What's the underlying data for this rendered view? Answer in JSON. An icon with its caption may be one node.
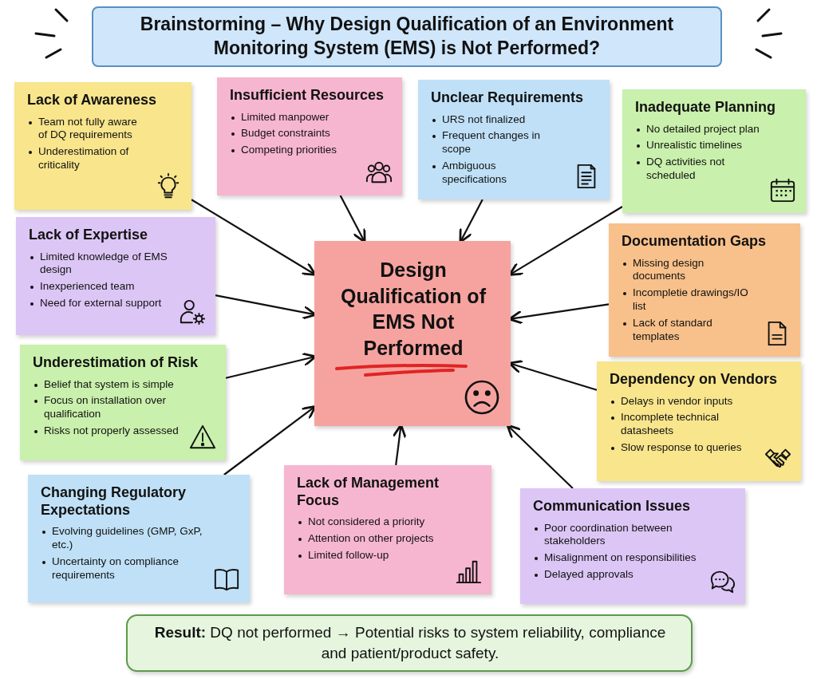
{
  "diagram": {
    "title": "Brainstorming – Why Design Qualification of an Environment Monitoring System (EMS) is Not Performed?",
    "nodes": [
      {
        "text": [
          "Lack of Awareness",
          "Team not fully aware of DQ requirements",
          "Underestimation of criticality"
        ]
      },
      {
        "text": [
          "Insufficient Resources",
          "Limited manpower",
          "Budget constraints",
          "Competing priorities"
        ]
      },
      {
        "text": [
          "Unclear Requirements",
          "URS not finalized",
          "Frequent changes in scope",
          "Ambiguous specifications"
        ]
      },
      {
        "text": [
          "Inadequate Planning",
          "No detailed project plan",
          "Unrealistic timelines",
          "DQ activities not scheduled"
        ]
      },
      {
        "text": [
          "Lack of Expertise",
          "Limited knowledge of EMS design",
          "Inexperienced team",
          "Need for external support"
        ]
      },
      {
        "text": [
          "Design Qualification of EMS Not Performed"
        ]
      },
      {
        "text": [
          "Documentation Gaps",
          "Missing design documents",
          "Incompletie drawings/IO list",
          "Lack of standard templates"
        ]
      },
      {
        "text": [
          "Underestimation of Risk",
          "Belief that system is simple",
          "Focus on installation over qualification",
          "Risks not properly assessed"
        ]
      },
      {
        "text": [
          "Dependency on Vendors",
          "Delays in vendor inputs",
          "Incomplete technical datasheets",
          "Slow response to queries"
        ]
      },
      {
        "text": [
          "Changing Regulatory Expectations",
          "Evolving guidelines (GMP, GxP, etc.)",
          "Uncertainty on compliance requirements"
        ]
      },
      {
        "text": [
          "Lack of Management Focus",
          "Not considered a priority",
          "Attention on other projects",
          "Limited follow-up"
        ]
      },
      {
        "text": [
          "Communication Issues",
          "Poor coordination between stakeholders",
          "Misalignment on responsibilities",
          "Delayed approvals"
        ]
      },
      {
        "text": [
          "**Result:** DQ not performed → Potential risks to system reliability, compliance and patient/product safety."
        ]
      }
    ],
    "edges": [
      {
        "from": 0,
        "to": 5,
        "arrow": "to"
      },
      {
        "from": 1,
        "to": 5,
        "arrow": "to"
      },
      {
        "from": 2,
        "to": 5,
        "arrow": "to"
      },
      {
        "from": 3,
        "to": 5,
        "arrow": "to"
      },
      {
        "from": 4,
        "to": 5,
        "arrow": "to"
      },
      {
        "from": 6,
        "to": 5,
        "arrow": "to"
      },
      {
        "from": 7,
        "to": 5,
        "arrow": "to"
      },
      {
        "from": 8,
        "to": 5,
        "arrow": "to"
      },
      {
        "from": 9,
        "to": 5,
        "arrow": "to"
      },
      {
        "from": 10,
        "to": 5,
        "arrow": "to"
      },
      {
        "from": 11,
        "to": 5,
        "arrow": "to"
      }
    ]
  }
}
